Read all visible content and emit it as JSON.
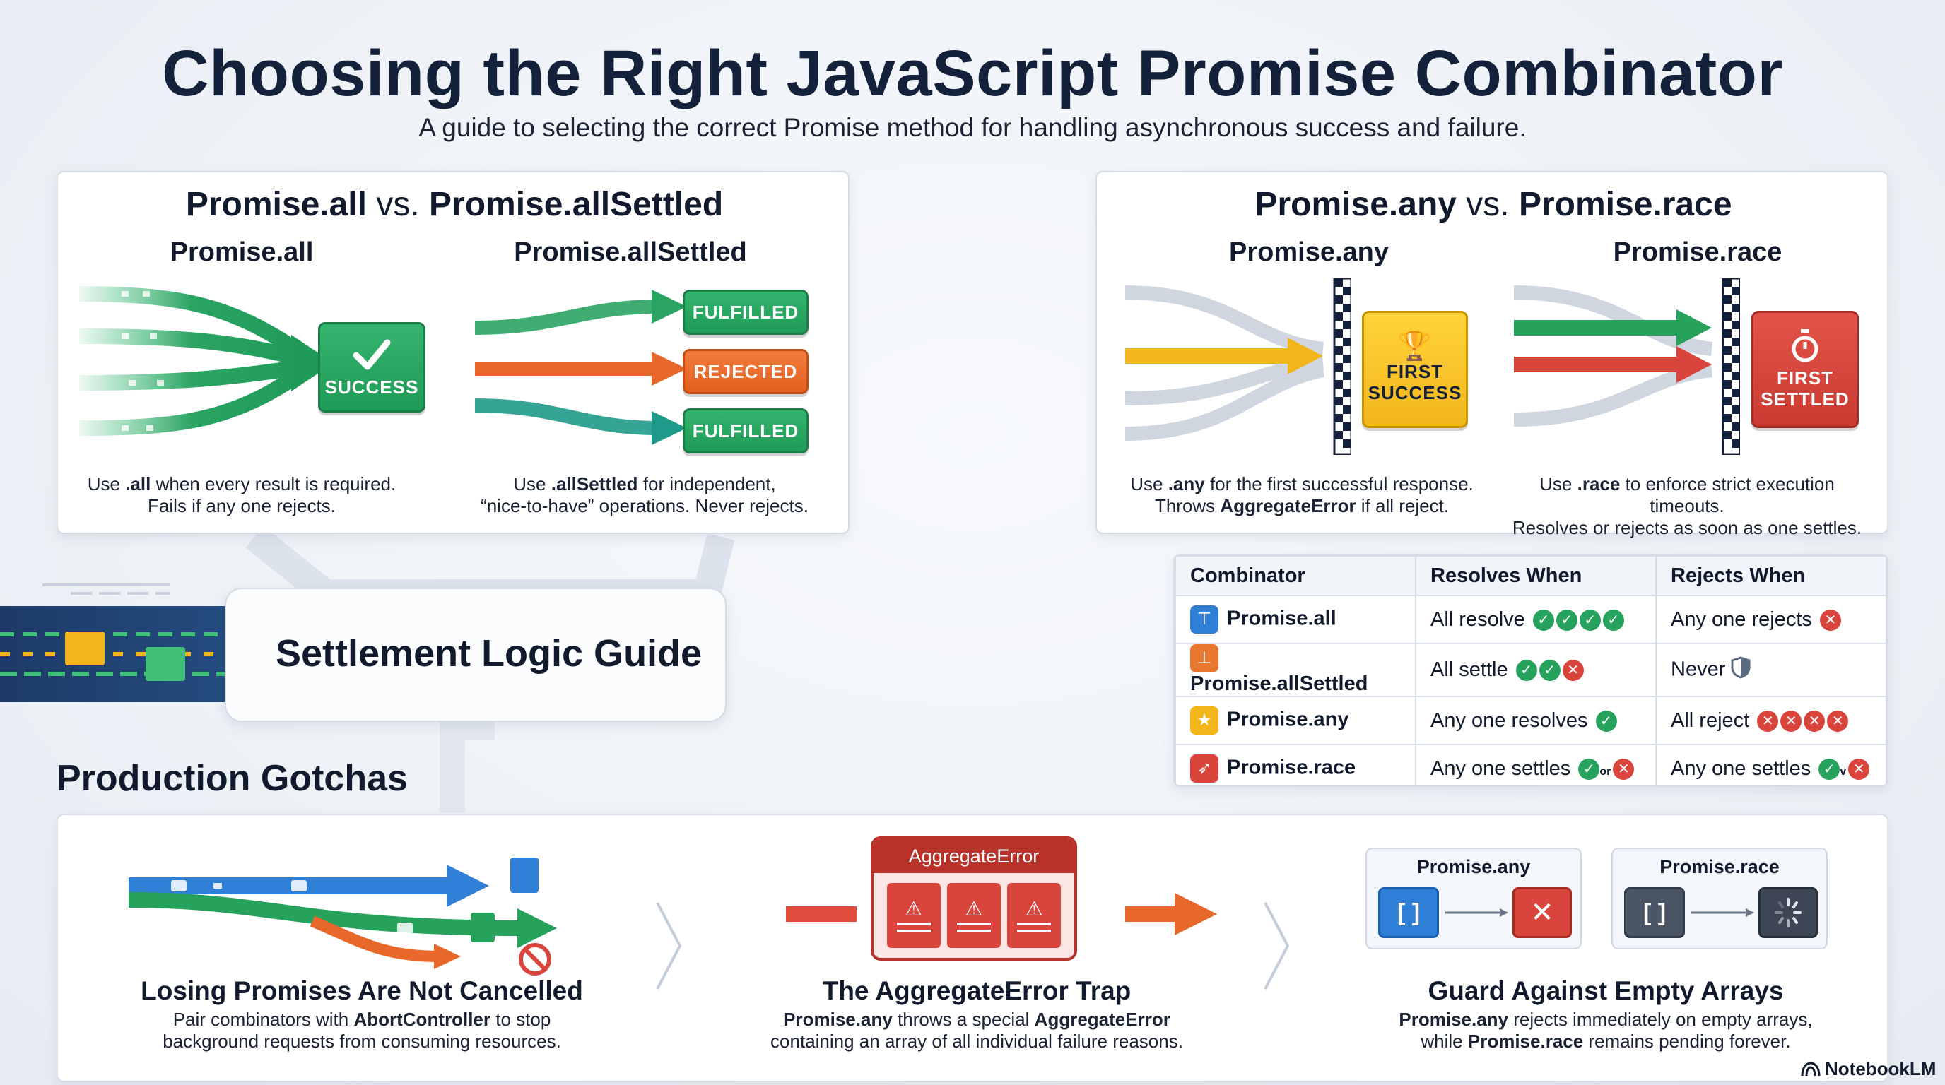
{
  "header": {
    "title": "Choosing the Right JavaScript Promise Combinator",
    "subtitle": "A guide to selecting the correct Promise method for handling asynchronous success and failure."
  },
  "left_panel": {
    "title_a": "Promise.all",
    "title_vs": "vs.",
    "title_b": "Promise.allSettled",
    "all": {
      "heading": "Promise.all",
      "badge": "SUCCESS",
      "cap_pre": "Use ",
      "cap_bold": ".all",
      "cap_post": " when every result is required.",
      "cap_line2": "Fails if any one rejects."
    },
    "allsettled": {
      "heading": "Promise.allSettled",
      "outcomes": [
        "FULFILLED",
        "REJECTED",
        "FULFILLED"
      ],
      "cap_pre": "Use ",
      "cap_bold": ".allSettled",
      "cap_post": " for independent,",
      "cap_line2": "“nice-to-have” operations. Never rejects."
    }
  },
  "right_panel": {
    "title_a": "Promise.any",
    "title_vs": "vs.",
    "title_b": "Promise.race",
    "any": {
      "heading": "Promise.any",
      "badge_line1": "FIRST",
      "badge_line2": "SUCCESS",
      "cap_pre": "Use ",
      "cap_bold": ".any",
      "cap_post": " for the first successful response.",
      "cap2_pre": "Throws ",
      "cap2_bold": "AggregateError",
      "cap2_post": " if all reject."
    },
    "race": {
      "heading": "Promise.race",
      "badge_line1": "FIRST",
      "badge_line2": "SETTLED",
      "cap_pre": "Use ",
      "cap_bold": ".race",
      "cap_post": " to enforce strict execution timeouts.",
      "cap_line2": "Resolves or rejects as soon as one settles."
    }
  },
  "settlement_label": "Settlement Logic Guide",
  "table": {
    "headers": [
      "Combinator",
      "Resolves When",
      "Rejects When"
    ],
    "rows": [
      {
        "name": "Promise.all",
        "resolves": "All resolve",
        "rejects": "Any one rejects",
        "icon_color": "#2f7fd6"
      },
      {
        "name": "Promise.allSettled",
        "resolves": "All settle",
        "rejects": "Never",
        "icon_color": "#e8772f"
      },
      {
        "name": "Promise.any",
        "resolves": "Any one resolves",
        "rejects": "All reject",
        "icon_color": "#f2b61c"
      },
      {
        "name": "Promise.race",
        "resolves": "Any one settles",
        "rejects": "Any one settles",
        "icon_color": "#d9453c"
      }
    ],
    "or_word": "or",
    "v_word": "v"
  },
  "gotchas": {
    "heading": "Production Gotchas",
    "items": [
      {
        "title": "Losing Promises Are Not Cancelled",
        "line1_pre": "Pair combinators with ",
        "line1_bold": "AbortController",
        "line1_post": " to stop",
        "line2": "background requests from consuming resources."
      },
      {
        "title": "The AggregateError Trap",
        "box_label": "AggregateError",
        "line1_bold": "Promise.any",
        "line1_mid": " throws a special ",
        "line1_bold2": "AggregateError",
        "line2": "containing an array of all individual failure reasons."
      },
      {
        "title": "Guard Against Empty Arrays",
        "mini_any": "Promise.any",
        "mini_race": "Promise.race",
        "bracket": "[ ]",
        "line1_bold": "Promise.any",
        "line1_post": " rejects immediately on empty arrays,",
        "line2_pre": "while ",
        "line2_bold": "Promise.race",
        "line2_post": " remains pending forever."
      }
    ]
  },
  "branding": "NotebookLM",
  "colors": {
    "green": "#27a25c",
    "orange": "#e8772f",
    "yellow": "#f5c518",
    "red": "#d9453c",
    "blue": "#2f7fd6",
    "navy": "#14213a"
  }
}
